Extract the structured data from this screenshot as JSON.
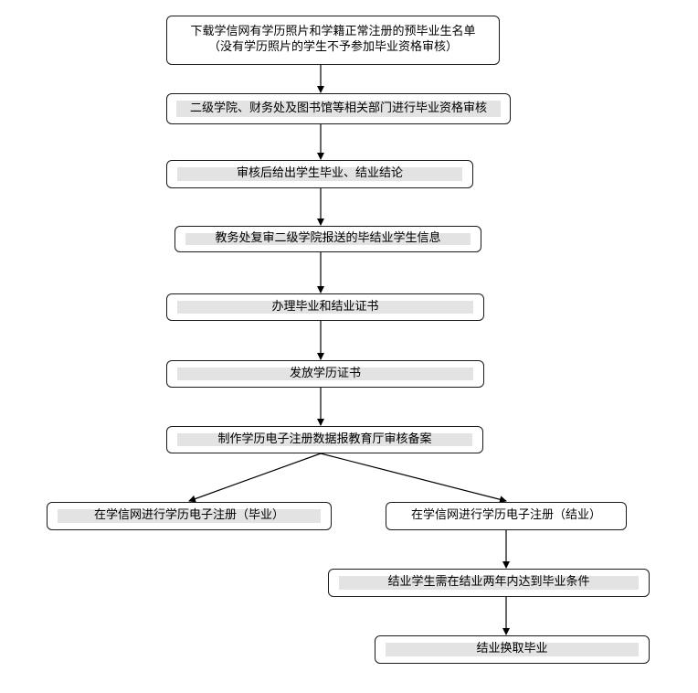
{
  "flowchart": {
    "nodes": {
      "download_list": {
        "line1": "下载学信网有学历照片和学籍正常注册的预毕业生名单",
        "line2": "（没有学历照片的学生不予参加毕业资格审核）"
      },
      "department_review": "二级学院、财务处及图书馆等相关部门进行毕业资格审核",
      "conclusion": "审核后给出学生毕业、结业结论",
      "academic_affairs_recheck": "教务处复审二级学院报送的毕结业学生信息",
      "certificates": "办理毕业和结业证书",
      "issue_certificate": "发放学历证书",
      "registration_data": "制作学历电子注册数据报教育厅审核备案",
      "register_graduate": "在学信网进行学历电子注册（毕业）",
      "register_completion": "在学信网进行学历电子注册（结业）",
      "completion_condition": "结业学生需在结业两年内达到毕业条件",
      "exchange_graduation": "结业换取毕业"
    },
    "colors": {
      "border": "#1a1a1a",
      "label_shade": "#e3e3e3",
      "line": "#000000",
      "background": "#ffffff"
    }
  }
}
